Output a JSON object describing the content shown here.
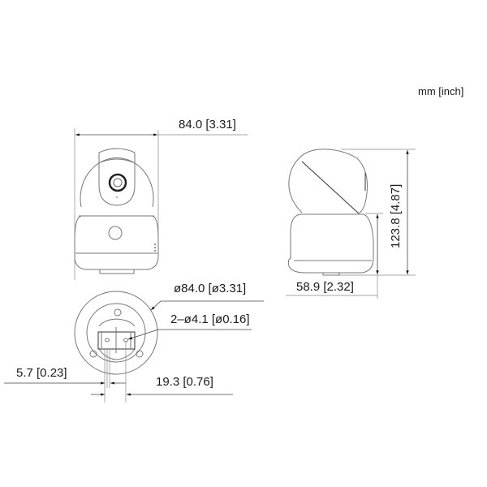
{
  "units_label": "mm [inch]",
  "views": {
    "front": {
      "width_dim": "84.0 [3.31]"
    },
    "side": {
      "height_dim": "123.8 [4.87]",
      "base_height_dim": "58.9 [2.32]"
    },
    "bottom": {
      "diameter_dim": "ø84.0 [ø3.31]",
      "holes_dim": "2–ø4.1 [ø0.16]",
      "offset_dim": "5.7 [0.23]",
      "spacing_dim": "19.3 [0.76]"
    }
  },
  "colors": {
    "line": "#777777",
    "text": "#1a1a1a"
  }
}
